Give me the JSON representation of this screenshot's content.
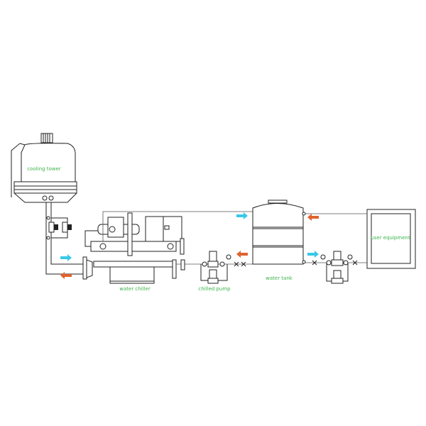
{
  "labels": {
    "cooling_tower": "cooling tower",
    "water_chiller": "water chiller",
    "chilled_pump": "chilled pump",
    "water_tank": "water tank",
    "user_equipment": "user equipment"
  },
  "colors": {
    "supply_arrow": "#38c8e8",
    "return_arrow": "#e0622e",
    "label": "#3cb34a",
    "line": "#222222"
  }
}
